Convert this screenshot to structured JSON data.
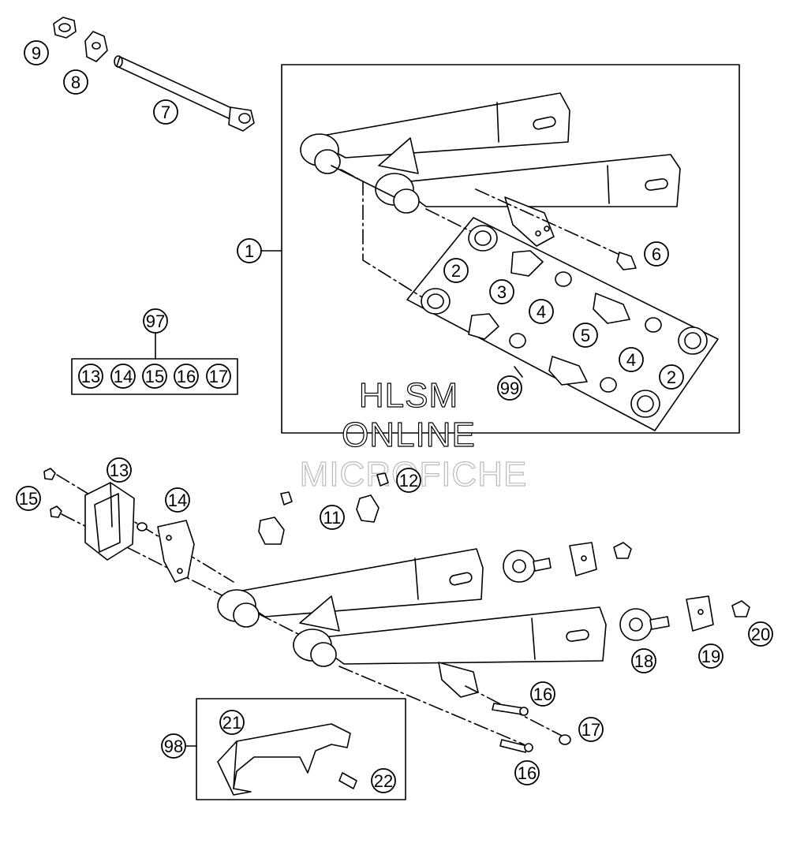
{
  "watermark": {
    "line1": "HLSM",
    "line2": "ONLINE",
    "line3": "MICROFICHE"
  },
  "callouts": {
    "c1": "1",
    "c2a": "2",
    "c2b": "2",
    "c3": "3",
    "c4a": "4",
    "c4b": "4",
    "c5": "5",
    "c6": "6",
    "c7": "7",
    "c8": "8",
    "c9": "9",
    "c99": "99",
    "c97": "97",
    "k13": "13",
    "k14": "14",
    "k15": "15",
    "k16": "16",
    "k17": "17",
    "c11": "11",
    "c12": "12",
    "c13": "13",
    "c14": "14",
    "c15": "15",
    "c16a": "16",
    "c16b": "16",
    "c17": "17",
    "c18": "18",
    "c19": "19",
    "c20": "20",
    "c21": "21",
    "c22": "22",
    "c98": "98"
  }
}
